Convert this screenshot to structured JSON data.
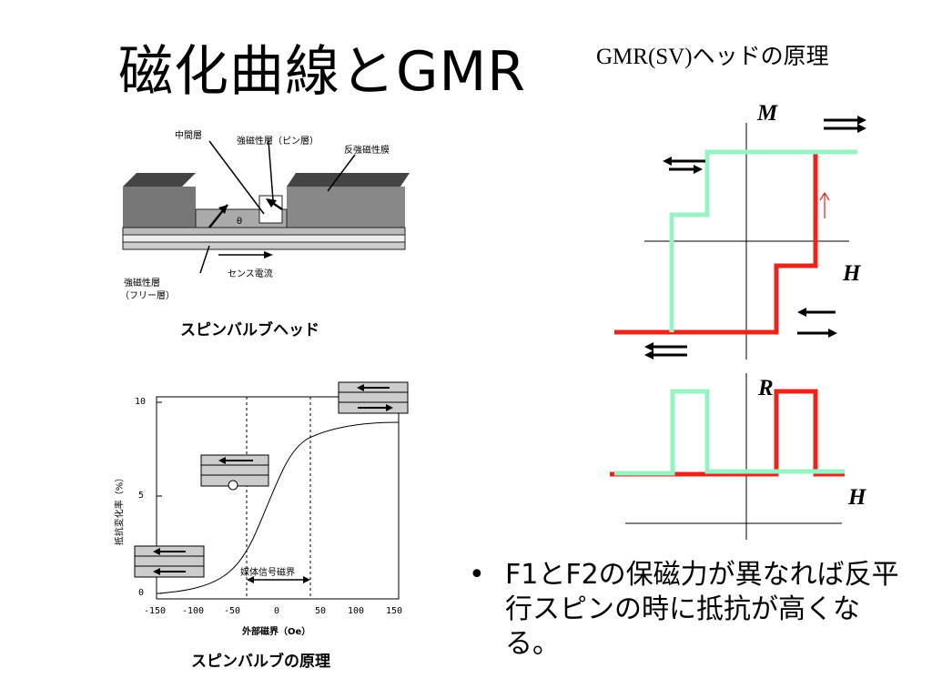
{
  "slide": {
    "title": "磁化曲線とGMR",
    "right_title": "GMR(SV)ヘッドの原理"
  },
  "spin_valve_figure": {
    "label_middle": "中間層",
    "label_pinned": "強磁性層（ピン層）",
    "label_afm": "反強磁性膜",
    "label_free_1": "強磁性層",
    "label_free_2": "（フリー層）",
    "label_current": "センス電流",
    "label_theta": "θ",
    "caption": "スピンバルブヘッド"
  },
  "mr_curve_figure": {
    "y_label": "抵抗変化率（%）",
    "x_label": "外部磁界（Oe）",
    "y_ticks": [
      "10",
      "5",
      "0"
    ],
    "x_ticks": [
      "-150",
      "-100",
      "-50",
      "0",
      "50",
      "100",
      "150"
    ],
    "annotation": "媒体信号磁界",
    "caption": "スピンバルブの原理"
  },
  "hysteresis_figure": {
    "m_label": "M",
    "h_label_top": "H",
    "r_label": "R",
    "h_label_bottom": "H",
    "colors": {
      "green": "#99f2c4",
      "red": "#e8241b"
    }
  },
  "bullet": {
    "marker": "•",
    "text": "F1とF2の保磁力が異なれば反平行スピンの時に抵抗が高くなる。"
  }
}
